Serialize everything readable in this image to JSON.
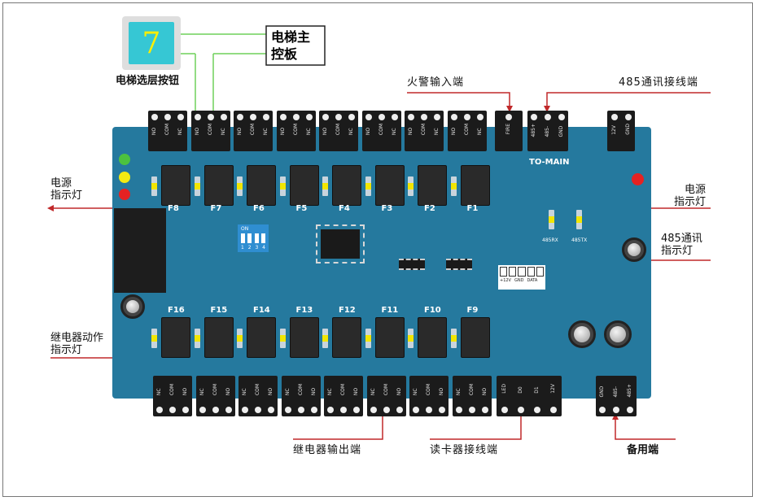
{
  "button_panel": {
    "floor_digit": "7",
    "caption": "电梯选层按钮"
  },
  "main_board_box": {
    "line1": "电梯主",
    "line2": "控板"
  },
  "callouts": {
    "fire": "火警输入端",
    "comm485": "485通讯接线端",
    "power_left": [
      "电源",
      "指示灯"
    ],
    "power_right": [
      "电源",
      "指示灯"
    ],
    "comm_led": [
      "485通讯",
      "指示灯"
    ],
    "relay_led": [
      "继电器动作",
      "指示灯"
    ],
    "relay_output": "继电器输出端",
    "reader": "读卡器接线端",
    "spare": "备用端"
  },
  "board": {
    "to_main": "TO-MAIN",
    "fire_label": "FIRE",
    "terminal_485": [
      "485+",
      "485-",
      "GND"
    ],
    "terminal_power": [
      "12V",
      "GND"
    ],
    "relay_pins": [
      "NO",
      "COM",
      "NC"
    ],
    "bottom_relay_pins": [
      "NC",
      "COM",
      "NO"
    ],
    "reader_pins": [
      "LED",
      "D0",
      "D1",
      "12V"
    ],
    "spare_pins": [
      "GND",
      "485-",
      "485+"
    ],
    "top_relays": [
      "F8",
      "F7",
      "F6",
      "F5",
      "F4",
      "F3",
      "F2",
      "F1"
    ],
    "bottom_relays": [
      "F16",
      "F15",
      "F14",
      "F13",
      "F12",
      "F11",
      "F10",
      "F9"
    ],
    "rx_label": "485RX",
    "tx_label": "485TX",
    "dip_on": "ON",
    "dip_numbers": [
      "1",
      "2",
      "3",
      "4"
    ],
    "header_pins": [
      "+12V",
      "GND",
      "DATA"
    ]
  },
  "colors": {
    "board": "#25799e",
    "callout_line": "#c0282a",
    "wire": "#6fd15a"
  }
}
